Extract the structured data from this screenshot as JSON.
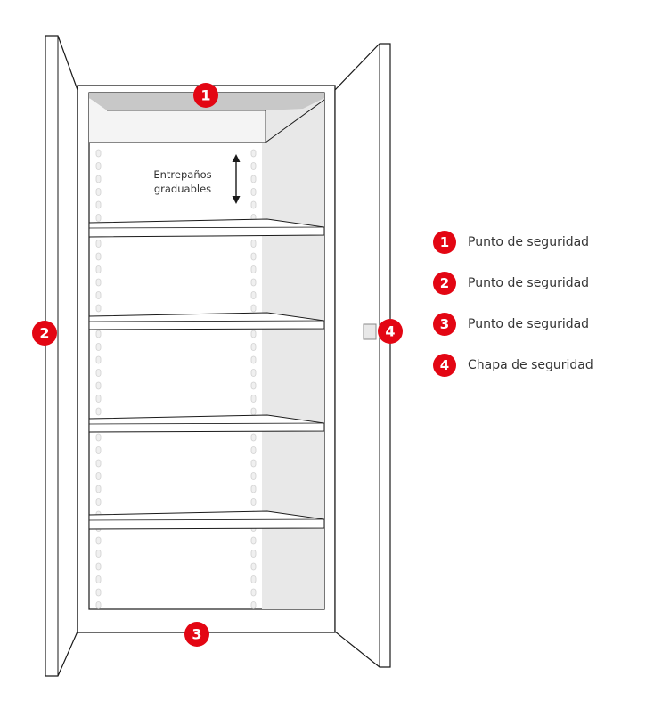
{
  "diagram": {
    "shelf_annotation": {
      "line1": "Entrepaños",
      "line2": "graduables"
    },
    "markers": [
      {
        "number": "1"
      },
      {
        "number": "2"
      },
      {
        "number": "3"
      },
      {
        "number": "4"
      }
    ]
  },
  "legend": {
    "items": [
      {
        "number": "1",
        "label": "Punto de seguridad"
      },
      {
        "number": "2",
        "label": "Punto de seguridad"
      },
      {
        "number": "3",
        "label": "Punto de seguridad"
      },
      {
        "number": "4",
        "label": "Chapa de seguridad"
      }
    ]
  },
  "colors": {
    "marker": "#e30613",
    "outline": "#1a1a1a",
    "interior_shade": "#e8e8e8",
    "top_shade": "#c8c8c8",
    "text": "#333333"
  }
}
